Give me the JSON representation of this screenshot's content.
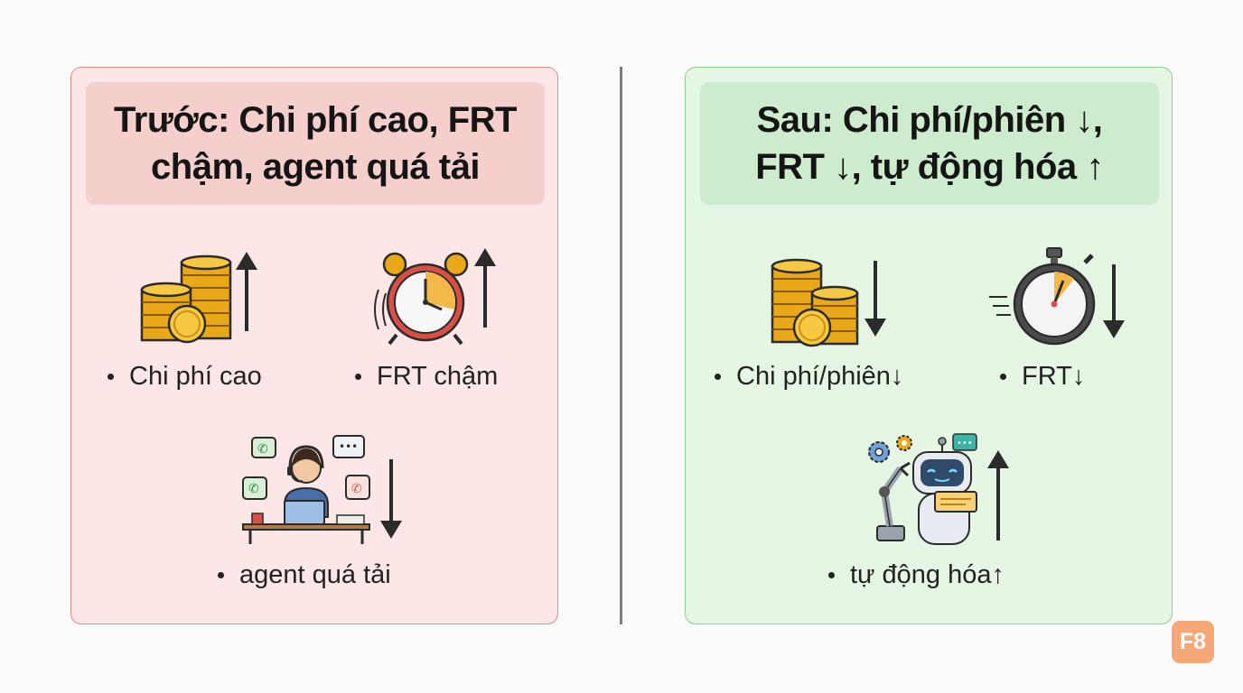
{
  "before": {
    "title_line1": "Trước: Chi phí cao, FRT",
    "title_line2": "chậm, agent quá tải",
    "items": [
      {
        "label": "Chi phí cao",
        "icon": "coins-icon",
        "trend": "up"
      },
      {
        "label": "FRT chậm",
        "icon": "alarm-clock-icon",
        "trend": "up"
      },
      {
        "label": "agent quá tải",
        "icon": "overloaded-agent-icon",
        "trend": "down"
      }
    ]
  },
  "after": {
    "title_line1": "Sau: Chi phí/phiên ↓,",
    "title_line2": "FRT ↓, tự động hóa ↑",
    "items": [
      {
        "label": "Chi phí/phiên↓",
        "icon": "coins-icon",
        "trend": "down"
      },
      {
        "label": "FRT↓",
        "icon": "stopwatch-icon",
        "trend": "down"
      },
      {
        "label": "tự động hóa↑",
        "icon": "robot-icon",
        "trend": "up"
      }
    ]
  },
  "badge": {
    "text": "F8"
  },
  "colors": {
    "before_bg": "#fce6e6",
    "before_border": "#e08c85",
    "before_header": "#f5cfcc",
    "after_bg": "#e6f6e4",
    "after_border": "#8cce8c",
    "after_header": "#cdeccd",
    "badge": "#f7a878"
  }
}
